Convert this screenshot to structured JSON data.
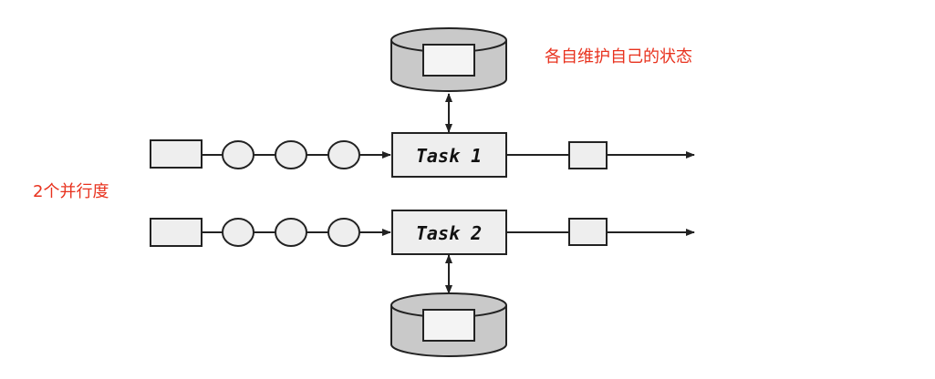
{
  "annotations": {
    "state_note": "各自维护自己的状态",
    "parallelism_note": "2个并行度"
  },
  "tasks": [
    {
      "label": "Task 1"
    },
    {
      "label": "Task 2"
    }
  ],
  "colors": {
    "annotation": "#e8321e",
    "stroke": "#222222",
    "box_fill": "#eeeeee",
    "state_fill": "#c9c9c9",
    "record_fill": "#f2f2f2"
  }
}
